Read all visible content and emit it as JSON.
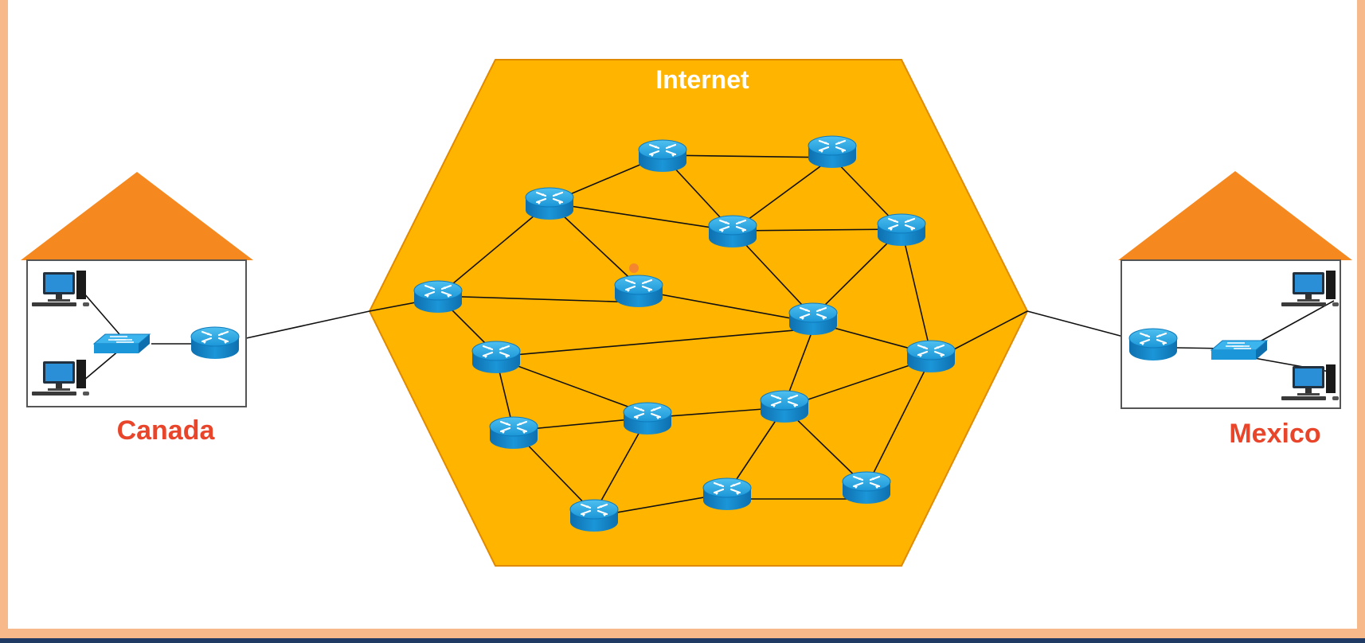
{
  "cloud": {
    "label": "Internet",
    "fill": "#ffb400",
    "stroke": "#e08a00"
  },
  "sites": [
    {
      "id": "canada",
      "label": "Canada",
      "label_color": "#e8452a",
      "roof_color": "#f5891f"
    },
    {
      "id": "mexico",
      "label": "Mexico",
      "label_color": "#e8452a",
      "roof_color": "#f5891f"
    }
  ],
  "device_colors": {
    "router": "#1b96d8",
    "switch": "#1b96d8",
    "link": "#111111"
  },
  "icons": [
    "router-icon",
    "switch-icon",
    "pc-icon",
    "house-roof-icon"
  ]
}
